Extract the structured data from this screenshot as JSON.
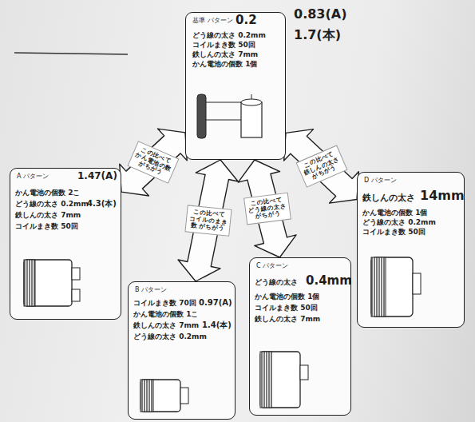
{
  "diagram": {
    "nodes": [
      {
        "text": [
          "基準 パターン",
          "0.2",
          "どう線の太さ 0.2mm",
          "コイルまき数 50回",
          "鉄しんの太さ 7mm",
          "かん電池の個数 1個"
        ]
      },
      {
        "text": [
          "A パターン",
          "1.47(A)",
          "かん電池の個数 2こ",
          "どう線の太さ 0.2mm",
          "4.3(本)",
          "鉄しんの太さ 7mm",
          "コイルまき数 50回"
        ]
      },
      {
        "text": [
          "B パターン",
          "コイルまき数 70回",
          "0.97(A)",
          "かん電池の個数 1こ",
          "鉄しんの太さ 7mm",
          "1.4(本)",
          "どう線の太さ 0.2mm"
        ]
      },
      {
        "text": [
          "C パターン",
          "どう線の太さ",
          "0.4mm",
          "かん電池の個数 1個",
          "コイルまき数 50回",
          "鉄しんの太さ 7mm"
        ]
      },
      {
        "text": [
          "D パターン",
          "鉄しんの太さ",
          "14mm",
          "かん電池の個数 1個",
          "どう線の太さ 0.2mm",
          "コイルまき数 50回"
        ]
      }
    ],
    "edges": [
      {
        "from": 0,
        "to": 1,
        "arrow": "both",
        "label": "この比べて かん電池の数 がちがう"
      },
      {
        "from": 0,
        "to": 2,
        "arrow": "both",
        "label": "この比べて コイルのまき数 がちがう"
      },
      {
        "from": 0,
        "to": 3,
        "arrow": "both",
        "label": "この比べて どう線の太さ がちがう"
      },
      {
        "from": 0,
        "to": 4,
        "arrow": "both",
        "label": "この比べて 鉄しんの太さ がちがう"
      }
    ],
    "labels": [
      "0.83(A)",
      "1.7(本)"
    ]
  }
}
